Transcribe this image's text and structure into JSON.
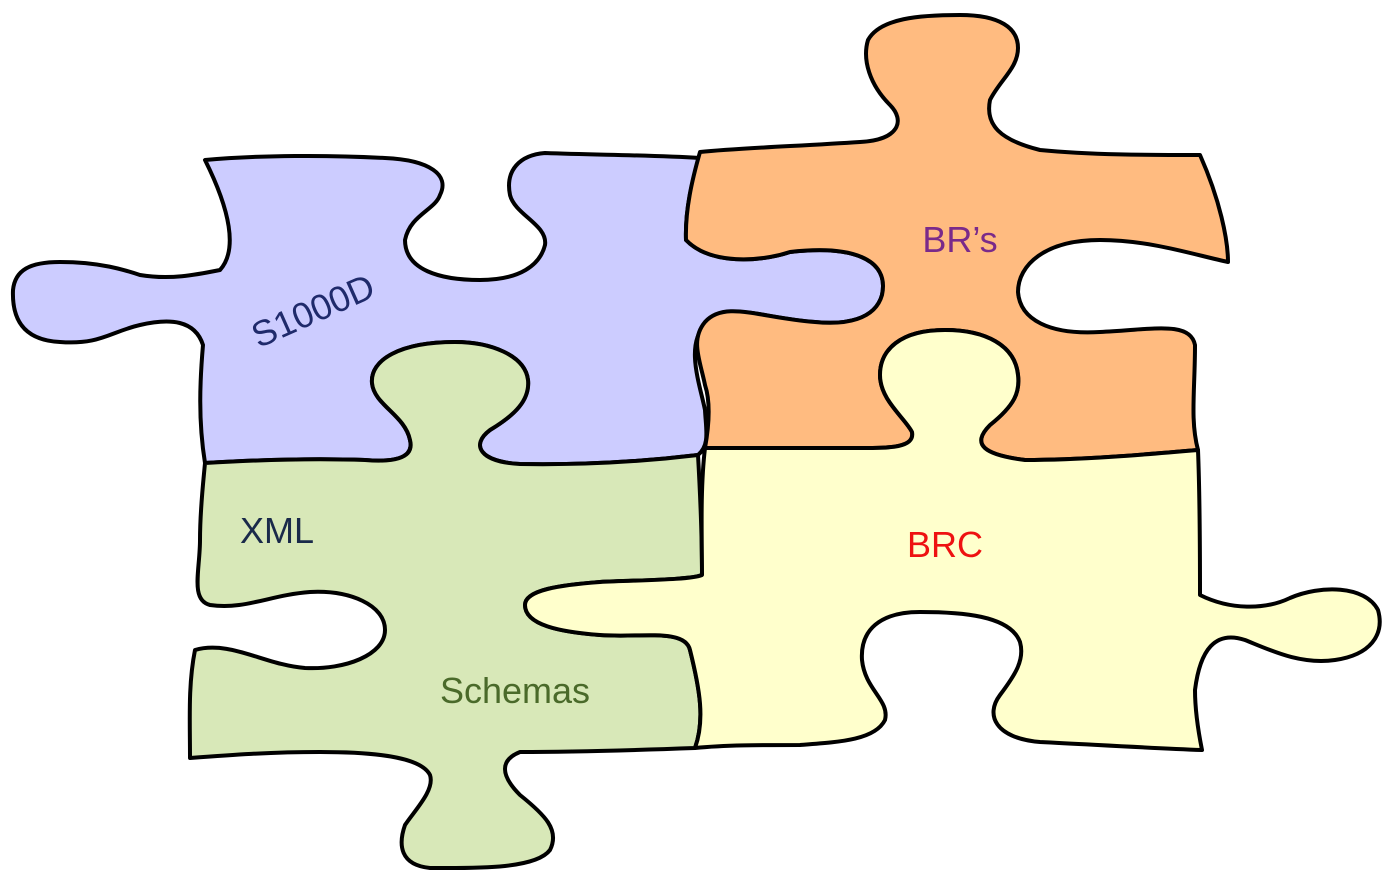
{
  "pieces": [
    {
      "id": "s1000d",
      "label": "S1000D",
      "fill": "#ccccff",
      "label_color": "#1f2a6b"
    },
    {
      "id": "brs",
      "label": "BR’s",
      "fill": "#ffbb80",
      "label_color": "#7a2a8a"
    },
    {
      "id": "xml-schemas",
      "labels": [
        "XML",
        "Schemas"
      ],
      "fill": "#d8e8b8",
      "label_colors": [
        "#1a2a4a",
        "#4a6a2a"
      ]
    },
    {
      "id": "brc",
      "label": "BRC",
      "fill": "#ffffcc",
      "label_color": "#ee1111"
    }
  ]
}
